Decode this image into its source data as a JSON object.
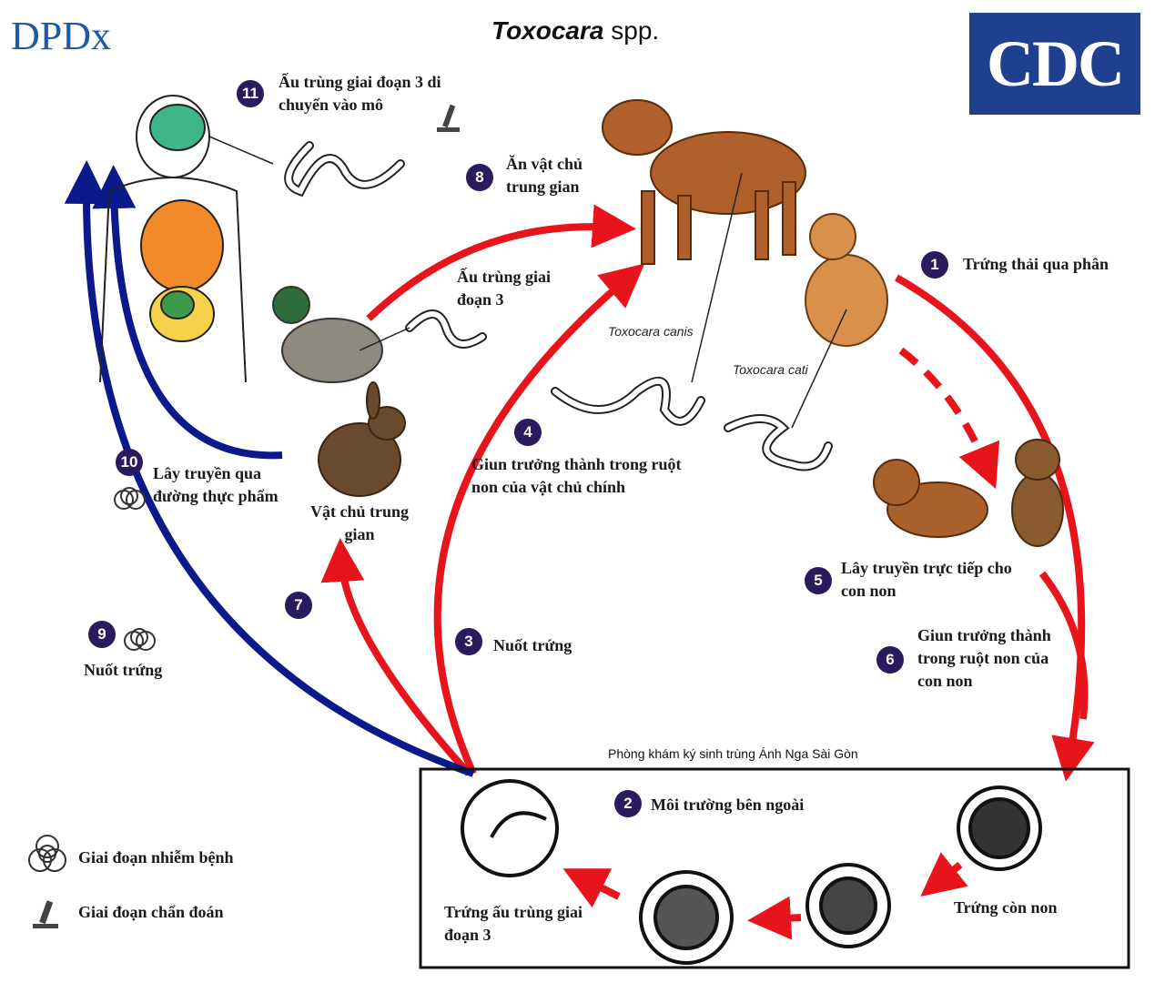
{
  "header": {
    "title_italic": "Toxocara",
    "title_rest": " spp.",
    "left_logo": "DPDx",
    "right_logo": "CDC"
  },
  "steps": [
    {
      "n": "1",
      "text": "Trứng thải qua phân"
    },
    {
      "n": "2",
      "text": "Môi trường bên ngoài"
    },
    {
      "n": "3",
      "text": "Nuốt trứng"
    },
    {
      "n": "4",
      "text": "Giun trưởng thành trong ruột non của vật chủ chính"
    },
    {
      "n": "5",
      "text": "Lây truyền trực tiếp cho con non"
    },
    {
      "n": "6",
      "text": "Giun trưởng thành trong ruột non của con non"
    },
    {
      "n": "7",
      "text": ""
    },
    {
      "n": "8",
      "text": "Ăn vật chủ trung gian"
    },
    {
      "n": "9",
      "text": "Nuốt trứng"
    },
    {
      "n": "10",
      "text": "Lây truyền qua đường thực phẩm"
    },
    {
      "n": "11",
      "text": "Ấu trùng giai đoạn 3 di chuyển vào mô"
    }
  ],
  "labels": {
    "larva": "Ấu trùng giai đoạn 3",
    "intermediate_host": "Vật chủ trung gian",
    "canis": "Toxocara canis",
    "cati": "Toxocara cati",
    "embryonated_egg": "Trứng ấu trùng giai đoạn 3",
    "unembryonated_egg": "Trứng còn non",
    "clinic": "Phòng khám ký sinh trùng Ánh Nga Sài Gòn"
  },
  "legend": [
    {
      "icon": "biohazard-icon",
      "text": "Giai đoạn nhiễm bệnh"
    },
    {
      "icon": "microscope-icon",
      "text": "Giai đoạn chẩn đoán"
    }
  ],
  "colors": {
    "red": "#e8141c",
    "blue": "#0b1a8a",
    "badge": "#2a1a5e"
  }
}
